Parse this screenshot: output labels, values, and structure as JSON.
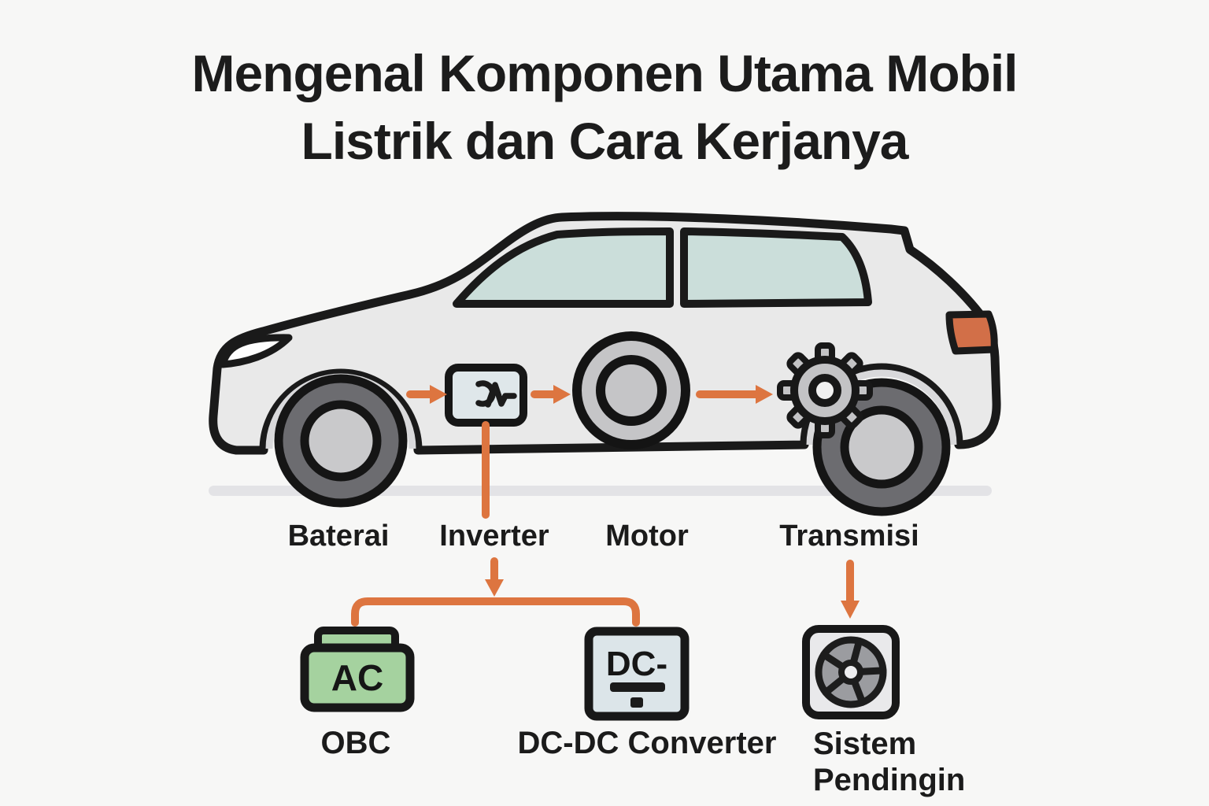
{
  "title": {
    "line1": "Mengenal Komponen Utama Mobil",
    "line2": "Listrik dan Cara Kerjanya"
  },
  "colors": {
    "background": "#f7f7f6",
    "accent": "#dd7540",
    "outline": "#1a1a1a",
    "car_body": "#e9e9e9",
    "window_glass": "#cbdeda",
    "taillight": "#d26f48",
    "obc_green": "#a5d29f",
    "converter_panel": "#dce5e9",
    "cooling_panel": "#e9e9eb"
  },
  "component_labels": [
    {
      "id": "baterai",
      "label": "Baterai"
    },
    {
      "id": "inverter",
      "label": "Inverter"
    },
    {
      "id": "motor",
      "label": "Motor"
    },
    {
      "id": "transmisi",
      "label": "Transmisi"
    }
  ],
  "icons": {
    "inverter": "waveform-icon",
    "motor": "motor-rotor-icon",
    "transmission": "gear-icon",
    "obc": "ac-charger-icon",
    "dcdc": "dc-converter-icon",
    "cooling": "fan-icon"
  },
  "sub_components": {
    "obc": {
      "icon_text": "AC",
      "label": "OBC"
    },
    "dcdc": {
      "icon_text": "DC-",
      "label": "DC-DC Converter"
    },
    "cooling": {
      "label_line1": "Sistem",
      "label_line2": "Pendingin"
    }
  }
}
